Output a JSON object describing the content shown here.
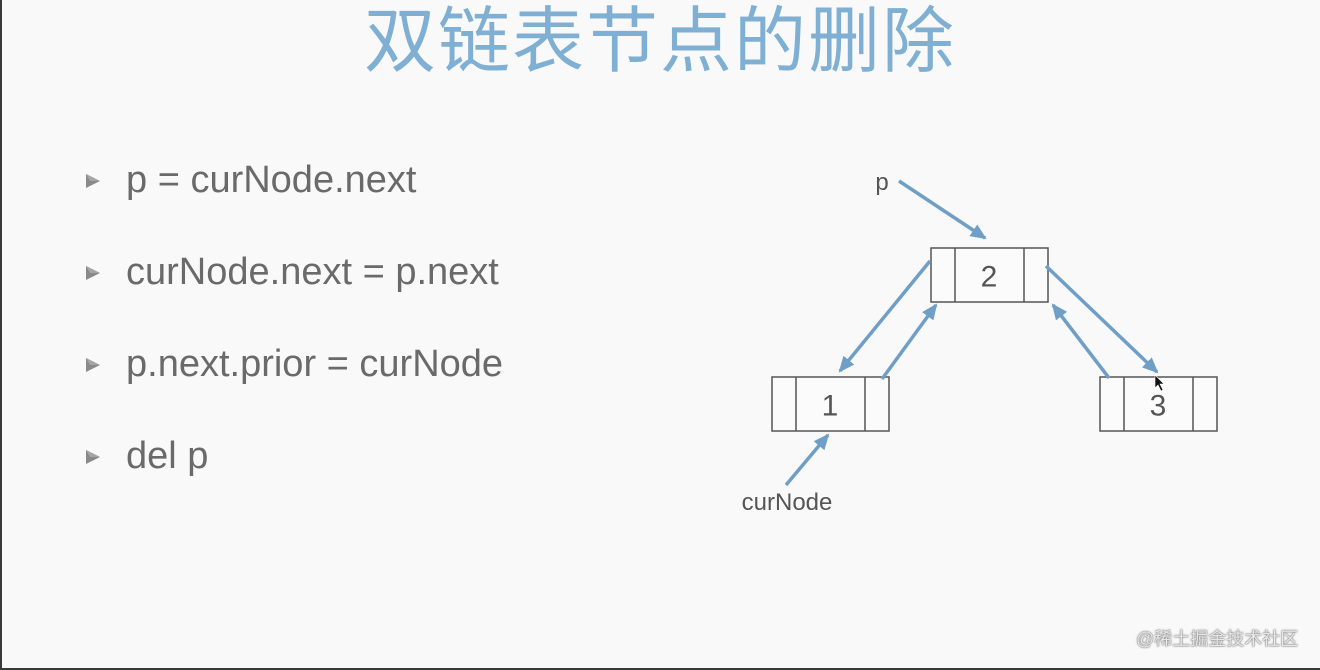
{
  "slide": {
    "title": "双链表节点的删除",
    "bullets": [
      "p = curNode.next",
      "curNode.next = p.next",
      "p.next.prior = curNode",
      "del p"
    ]
  },
  "diagram": {
    "labels": {
      "p": "p",
      "cur_node": "curNode"
    },
    "nodes": [
      "1",
      "2",
      "3"
    ]
  },
  "watermark": "@稀土掘金技术社区",
  "colors": {
    "title": "#7fb0d4",
    "text": "#6a6a6a",
    "arrow": "#6f9fc6",
    "node_border": "#555555",
    "background": "#f9f9f9"
  },
  "icons": {
    "bullet": "bullet-triangle-icon",
    "cursor": "mouse-cursor-icon"
  }
}
